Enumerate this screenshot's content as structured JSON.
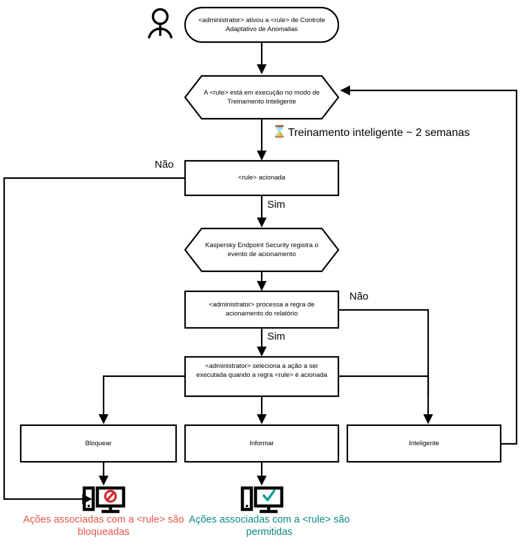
{
  "diagram": {
    "title": "Adaptive Anomaly Control rule workflow",
    "actor_icon": "person-icon",
    "timer_icon": "hourglass-icon",
    "colors": {
      "stroke": "#000000",
      "blocked_text": "#e2574c",
      "allowed_text": "#0b8a80",
      "blocked_mark": "#d6232a",
      "allowed_mark": "#0b9c8f"
    },
    "nodes": {
      "start": {
        "shape": "rounded",
        "text": "<administrator> ativou a <rule> de Controle Adaptativo de Anomalias"
      },
      "training_mode": {
        "shape": "hexagon",
        "text": "A <rule> está em execução no modo de Treinamento Inteligente"
      },
      "rule_triggered": {
        "shape": "rect",
        "text": "<rule> acionada"
      },
      "register_event": {
        "shape": "hexagon",
        "text": "Kaspersky Endpoint Security registra o evento de acionamento"
      },
      "process_report": {
        "shape": "rect",
        "text": "<administrator> processa a regra de acionamento do relatório"
      },
      "select_action": {
        "shape": "rect",
        "text": "<administrator> seleciona a ação a ser executada quando a regra <rule> é acionada"
      },
      "block": {
        "shape": "rect",
        "text": "Bloquear"
      },
      "inform": {
        "shape": "rect",
        "text": "Informar"
      },
      "smart": {
        "shape": "rect",
        "text": "Inteligente"
      }
    },
    "edge_labels": {
      "training_duration": "Treinamento inteligente ~ 2 semanas",
      "triggered_no": "Não",
      "triggered_yes": "Sim",
      "report_no": "Não",
      "report_yes": "Sim"
    },
    "outcomes": {
      "blocked": {
        "icon": "computer-blocked-icon",
        "text": "Ações associadas com a <rule> são bloqueadas"
      },
      "allowed": {
        "icon": "computer-allowed-icon",
        "text": "Ações associadas com a <rule> são permitidas"
      }
    }
  }
}
